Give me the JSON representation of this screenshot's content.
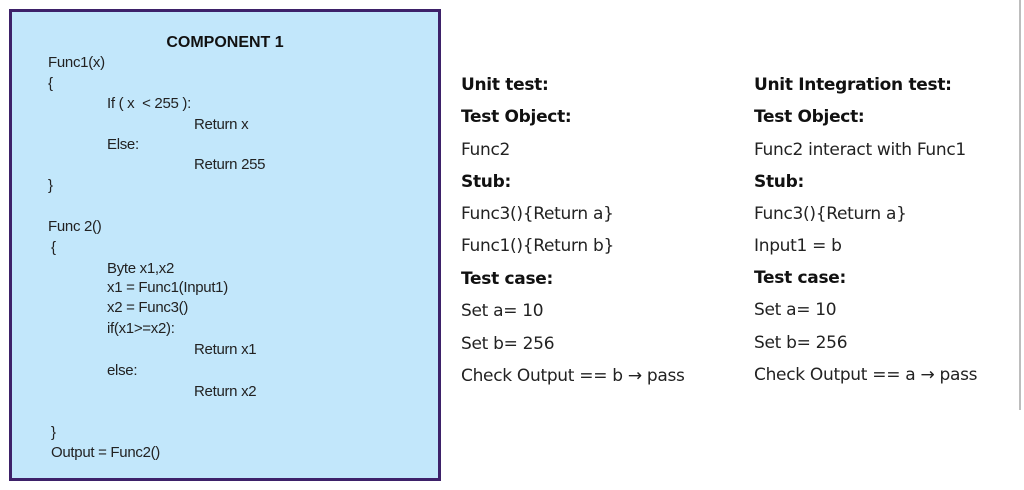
{
  "component": {
    "title": "COMPONENT 1",
    "lines": [
      {
        "text": "Func1(x)",
        "indent": 0
      },
      {
        "text": "{",
        "indent": 0
      },
      {
        "text": "If ( x  < 255 ):",
        "indent": 1
      },
      {
        "text": "Return x",
        "indent": 2
      },
      {
        "text": "Else:",
        "indent": 1
      },
      {
        "text": "Return 255",
        "indent": 2
      },
      {
        "text": "}",
        "indent": 0
      },
      {
        "text": "Func 2()",
        "indent": 0
      },
      {
        "text": "{",
        "indent": 0
      },
      {
        "text": "Byte x1,x2",
        "indent": 1
      },
      {
        "text": "x1 = Func1(Input1)",
        "indent": 1
      },
      {
        "text": "x2 = Func3()",
        "indent": 1
      },
      {
        "text": "if(x1>=x2):",
        "indent": 1
      },
      {
        "text": "Return x1",
        "indent": 2
      },
      {
        "text": "else:",
        "indent": 1
      },
      {
        "text": "Return x2",
        "indent": 2
      },
      {
        "text": "}",
        "indent": 0
      },
      {
        "text": "Output = Func2()",
        "indent": 0
      }
    ]
  },
  "unit_test": {
    "heading": "Unit test:",
    "object_label": "Test Object:",
    "object": "Func2",
    "stub_label": "Stub:",
    "stubs": [
      "Func3(){Return a}",
      "Func1(){Return b}"
    ],
    "case_label": "Test case:",
    "cases": [
      "Set a= 10",
      "Set b= 256",
      "Check Output == b → pass"
    ]
  },
  "integration_test": {
    "heading": "Unit Integration test:",
    "object_label": "Test Object:",
    "object": "Func2 interact with Func1",
    "stub_label": "Stub:",
    "stubs": [
      "Func3(){Return a}",
      "Input1 = b"
    ],
    "case_label": "Test case:",
    "cases": [
      "Set a= 10",
      "Set b= 256",
      "Check Output == a → pass"
    ]
  }
}
